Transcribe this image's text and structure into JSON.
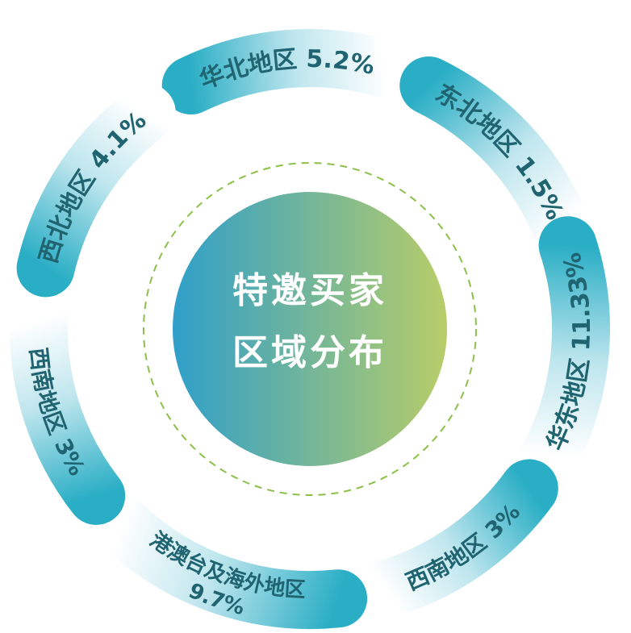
{
  "title": {
    "line1": "特邀买家",
    "line2": "区域分布"
  },
  "colors": {
    "segment": "#2aaec5",
    "text": "#1f6470",
    "center_left": "#2f9fca",
    "center_right": "#b8cd68",
    "dash": "#8cc04a"
  },
  "regions": [
    {
      "label": "华北地区 5.2%"
    },
    {
      "label": "东北地区 1.5%"
    },
    {
      "label": "华东地区 11.33%"
    },
    {
      "label": "西南地区 3%"
    },
    {
      "label": "港澳台及海外地区",
      "label2": "9.7%"
    },
    {
      "label": "西南地区 3%"
    },
    {
      "label": "西北地区 4.1%"
    }
  ]
}
